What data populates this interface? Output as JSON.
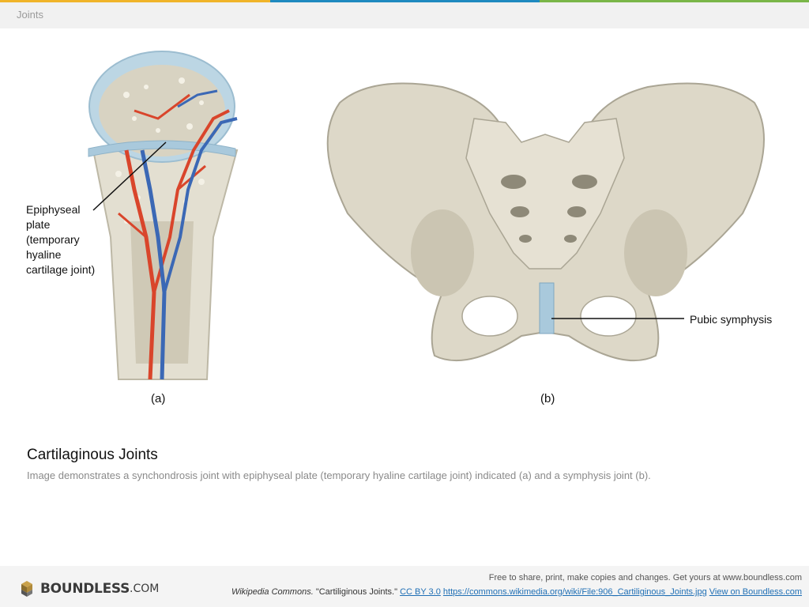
{
  "header": {
    "section_title": "Joints"
  },
  "figure": {
    "panel_a": {
      "label_lines": [
        "Epiphyseal",
        "plate",
        "(temporary",
        "hyaline",
        "cartilage joint)"
      ],
      "sublabel": "(a)"
    },
    "panel_b": {
      "label": "Pubic symphysis",
      "sublabel": "(b)"
    }
  },
  "caption": {
    "title": "Cartilaginous Joints",
    "text": "Image demonstrates a synchondrosis joint with epiphyseal plate (temporary hyaline cartilage joint) indicated (a) and a symphysis joint (b)."
  },
  "footer": {
    "logo_text": "BOUNDLESS",
    "logo_domain": ".COM",
    "line1": "Free to share, print, make copies and changes. Get yours at www.boundless.com",
    "source": "Wikipedia Commons.",
    "title_quote": "\"Cartiliginous Joints.\"",
    "license": "CC BY 3.0",
    "url": "https://commons.wikimedia.org/wiki/File:906_Cartiliginous_Joints.jpg",
    "view_link": "View on Boundless.com"
  },
  "colors": {
    "stripe_1": "#f0b429",
    "stripe_2": "#1f8ac0",
    "stripe_3": "#7ab648",
    "artery": "#d9452b",
    "vein": "#3b68b5",
    "cartilage": "#a9c9dc",
    "bone": "#ddd8c8"
  },
  "icons": {
    "logo": "stacked-cubes-icon"
  }
}
